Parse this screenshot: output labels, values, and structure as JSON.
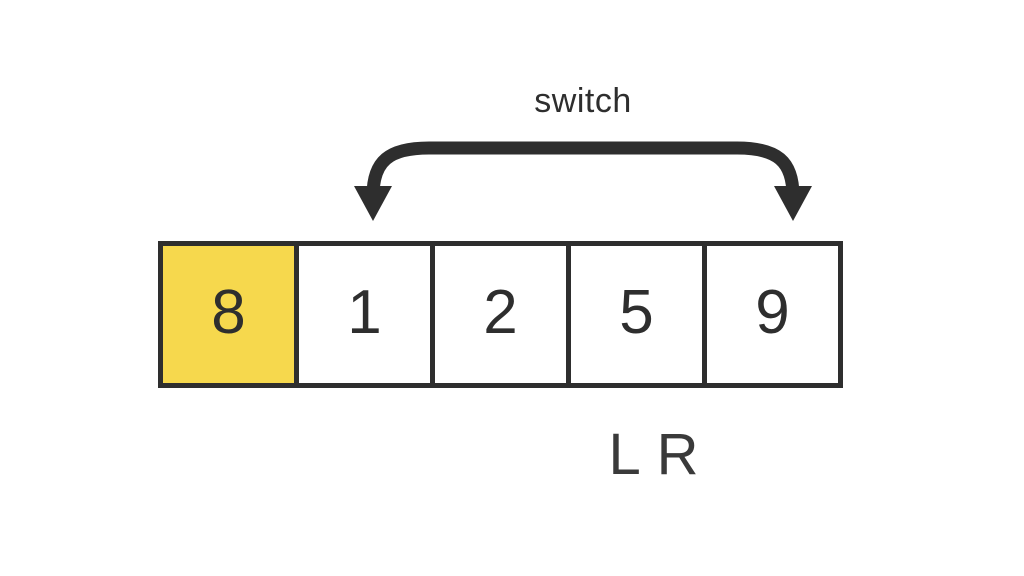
{
  "diagram": {
    "switch_label": "switch",
    "pointer_label": "L R",
    "cells": [
      {
        "value": "8",
        "highlighted": true
      },
      {
        "value": "1",
        "highlighted": false
      },
      {
        "value": "2",
        "highlighted": false
      },
      {
        "value": "5",
        "highlighted": false
      },
      {
        "value": "9",
        "highlighted": false
      }
    ],
    "colors": {
      "highlight": "#f6d84d",
      "stroke": "#2e2e2e",
      "background": "#ffffff"
    }
  }
}
